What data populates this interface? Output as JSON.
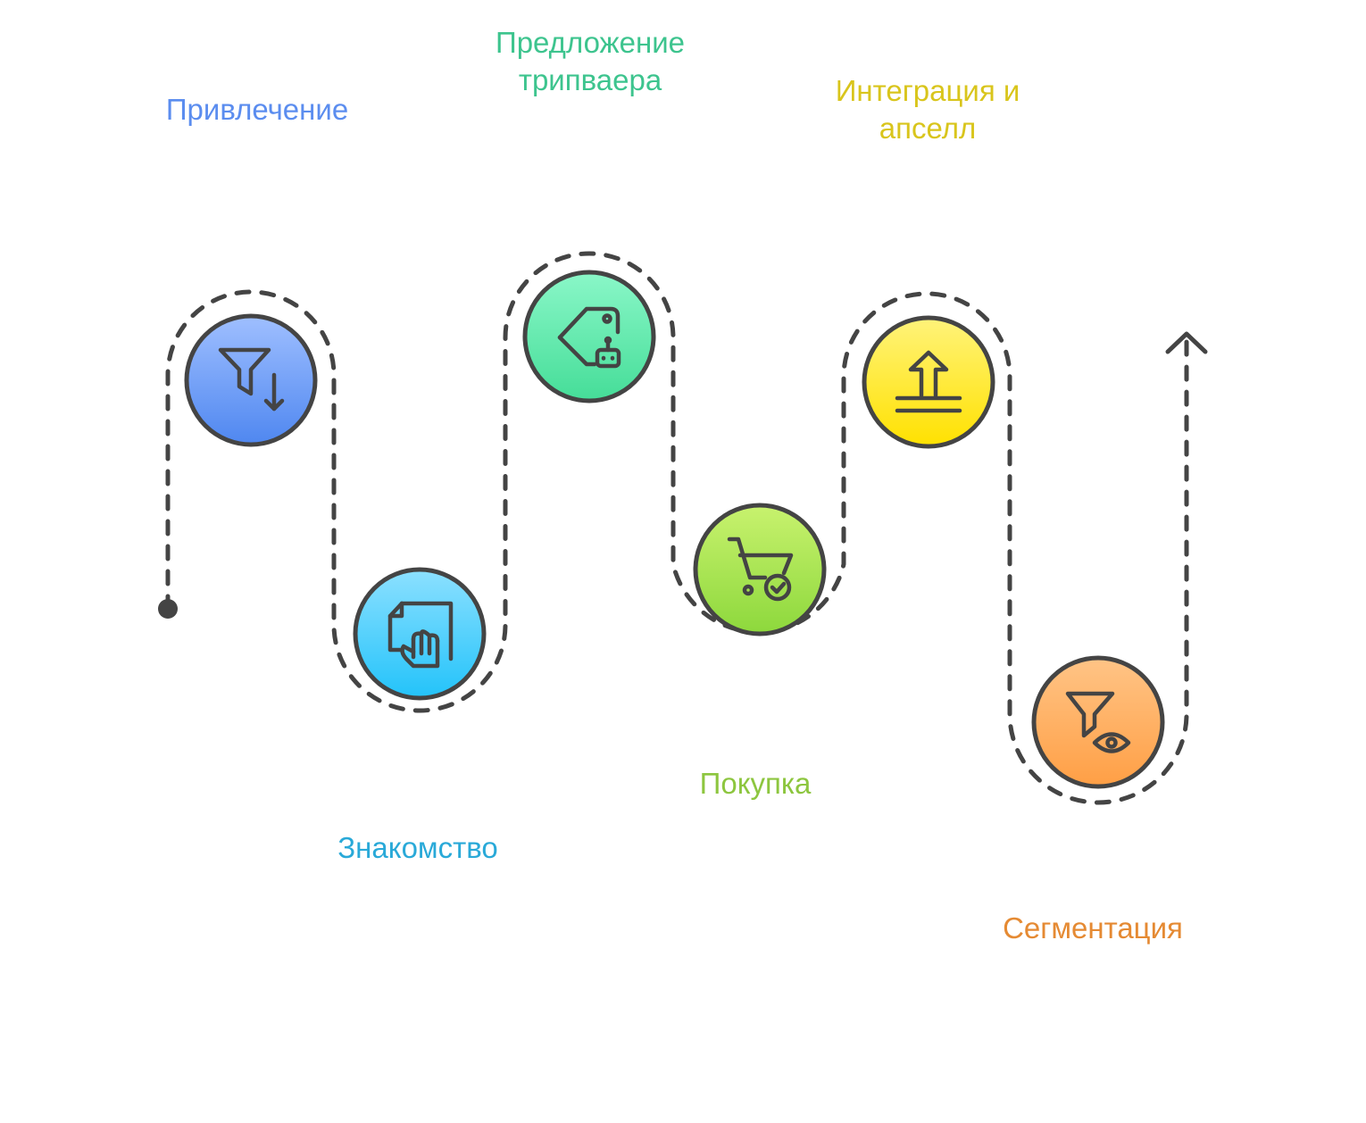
{
  "steps": [
    {
      "label": "Привлечение",
      "icon": "funnel-down-icon",
      "color": "#5B8DEF",
      "gradient": [
        "#9FBFFF",
        "#4F87F0"
      ]
    },
    {
      "label": "Знакомство",
      "icon": "document-hand-icon",
      "color": "#29A9D8",
      "gradient": [
        "#8CE0FF",
        "#23C3FA"
      ]
    },
    {
      "label": "Предложение трипваера",
      "icon": "price-tag-robot-icon",
      "color": "#3DC48E",
      "gradient": [
        "#8AF7C8",
        "#45DD98"
      ]
    },
    {
      "label": "Покупка",
      "icon": "cart-check-icon",
      "color": "#8DC63F",
      "gradient": [
        "#C8F26E",
        "#8DD83C"
      ]
    },
    {
      "label": "Интеграция и апселл",
      "icon": "arrow-up-baseline-icon",
      "color": "#D9C51C",
      "gradient": [
        "#FFF37A",
        "#FFE100"
      ]
    },
    {
      "label": "Сегментация",
      "icon": "funnel-eye-icon",
      "color": "#E58A33",
      "gradient": [
        "#FFC486",
        "#FF9F45"
      ]
    }
  ],
  "line_color": "#444444"
}
